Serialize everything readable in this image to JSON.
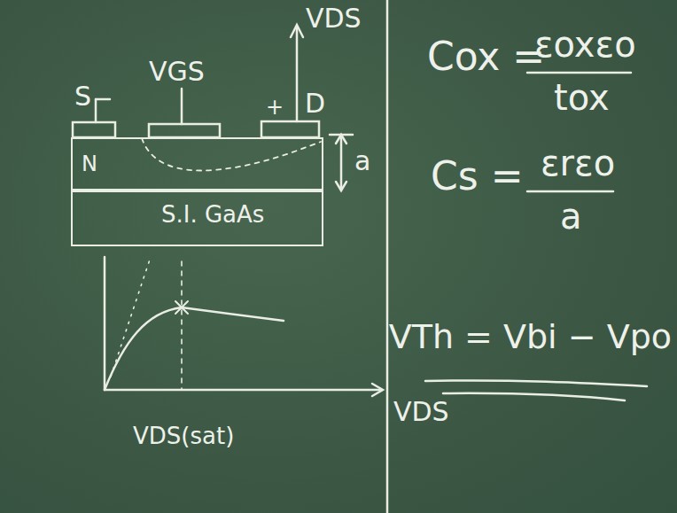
{
  "diagram": {
    "nodes": [
      {
        "text": [
          "N"
        ]
      },
      {
        "text": [
          "S.I. GaAs"
        ]
      }
    ],
    "labels": [
      "S",
      "VGS",
      "VDS",
      "+",
      "D",
      "a",
      "VDS(sat)",
      "VDS",
      "Cox =",
      "εoxεo",
      "tox",
      "Cs =",
      "εrεo",
      "a",
      "VTh = Vbi − Vpo"
    ]
  }
}
